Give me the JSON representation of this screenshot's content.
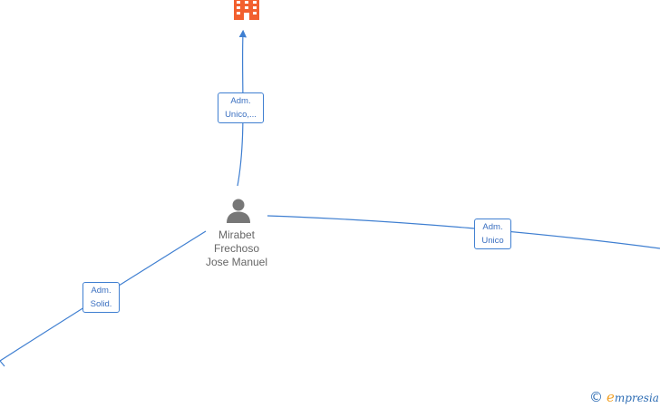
{
  "nodes": {
    "company_top": {
      "icon": "building-icon",
      "color": "#f2602f"
    },
    "person": {
      "icon": "person-icon",
      "color": "#777777",
      "name_lines": [
        "Mirabet",
        "Frechoso",
        "Jose Manuel"
      ]
    }
  },
  "edges": [
    {
      "id": "edge-top",
      "label_lines": [
        "Adm.",
        "Unico,..."
      ]
    },
    {
      "id": "edge-right",
      "label_lines": [
        "Adm.",
        "Unico"
      ]
    },
    {
      "id": "edge-left",
      "label_lines": [
        "Adm.",
        "Solid."
      ]
    }
  ],
  "colors": {
    "edge": "#3f7fd1",
    "label_text": "#3a6fc0"
  },
  "brand": {
    "copyright_symbol": "©",
    "initial": "e",
    "rest": "mpresia"
  }
}
